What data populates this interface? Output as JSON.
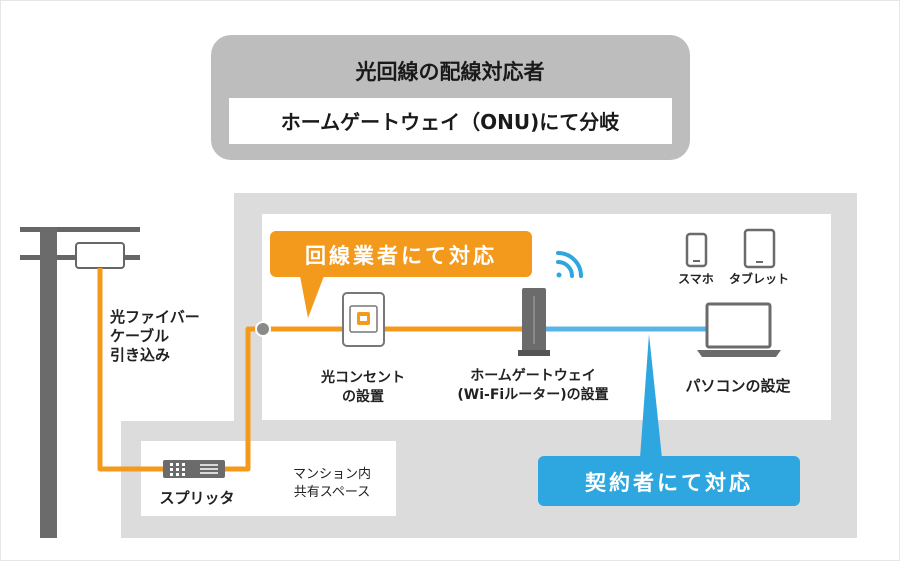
{
  "header": {
    "title": "光回線の配線対応者",
    "subtitle": "ホームゲートウェイ（ONU)にて分岐"
  },
  "pole": {
    "cable_label": [
      "光ファイバー",
      "ケーブル",
      "引き込み"
    ]
  },
  "labels": {
    "splitter": "スプリッタ",
    "shared_space": [
      "マンション内",
      "共有スペース"
    ],
    "outlet": [
      "光コンセント",
      "の設置"
    ],
    "gateway": [
      "ホームゲートウェイ",
      "(Wi-Fiルーター)の設置"
    ],
    "pc": "パソコンの設定",
    "smartphone": "スマホ",
    "tablet": "タブレット"
  },
  "callouts": {
    "carrier": "回線業者にて対応",
    "subscriber": "契約者にて対応"
  },
  "colors": {
    "fiber_line": "#f39a1c",
    "lan_line": "#5ab4e8",
    "carrier_callout": "#f39a1c",
    "subscriber_callout": "#2ea7e0",
    "header_frame": "#bdbdbd",
    "room_bg": "#dcdcdc",
    "device_gray": "#6b6b6b",
    "wifi": "#2ea7e0"
  }
}
